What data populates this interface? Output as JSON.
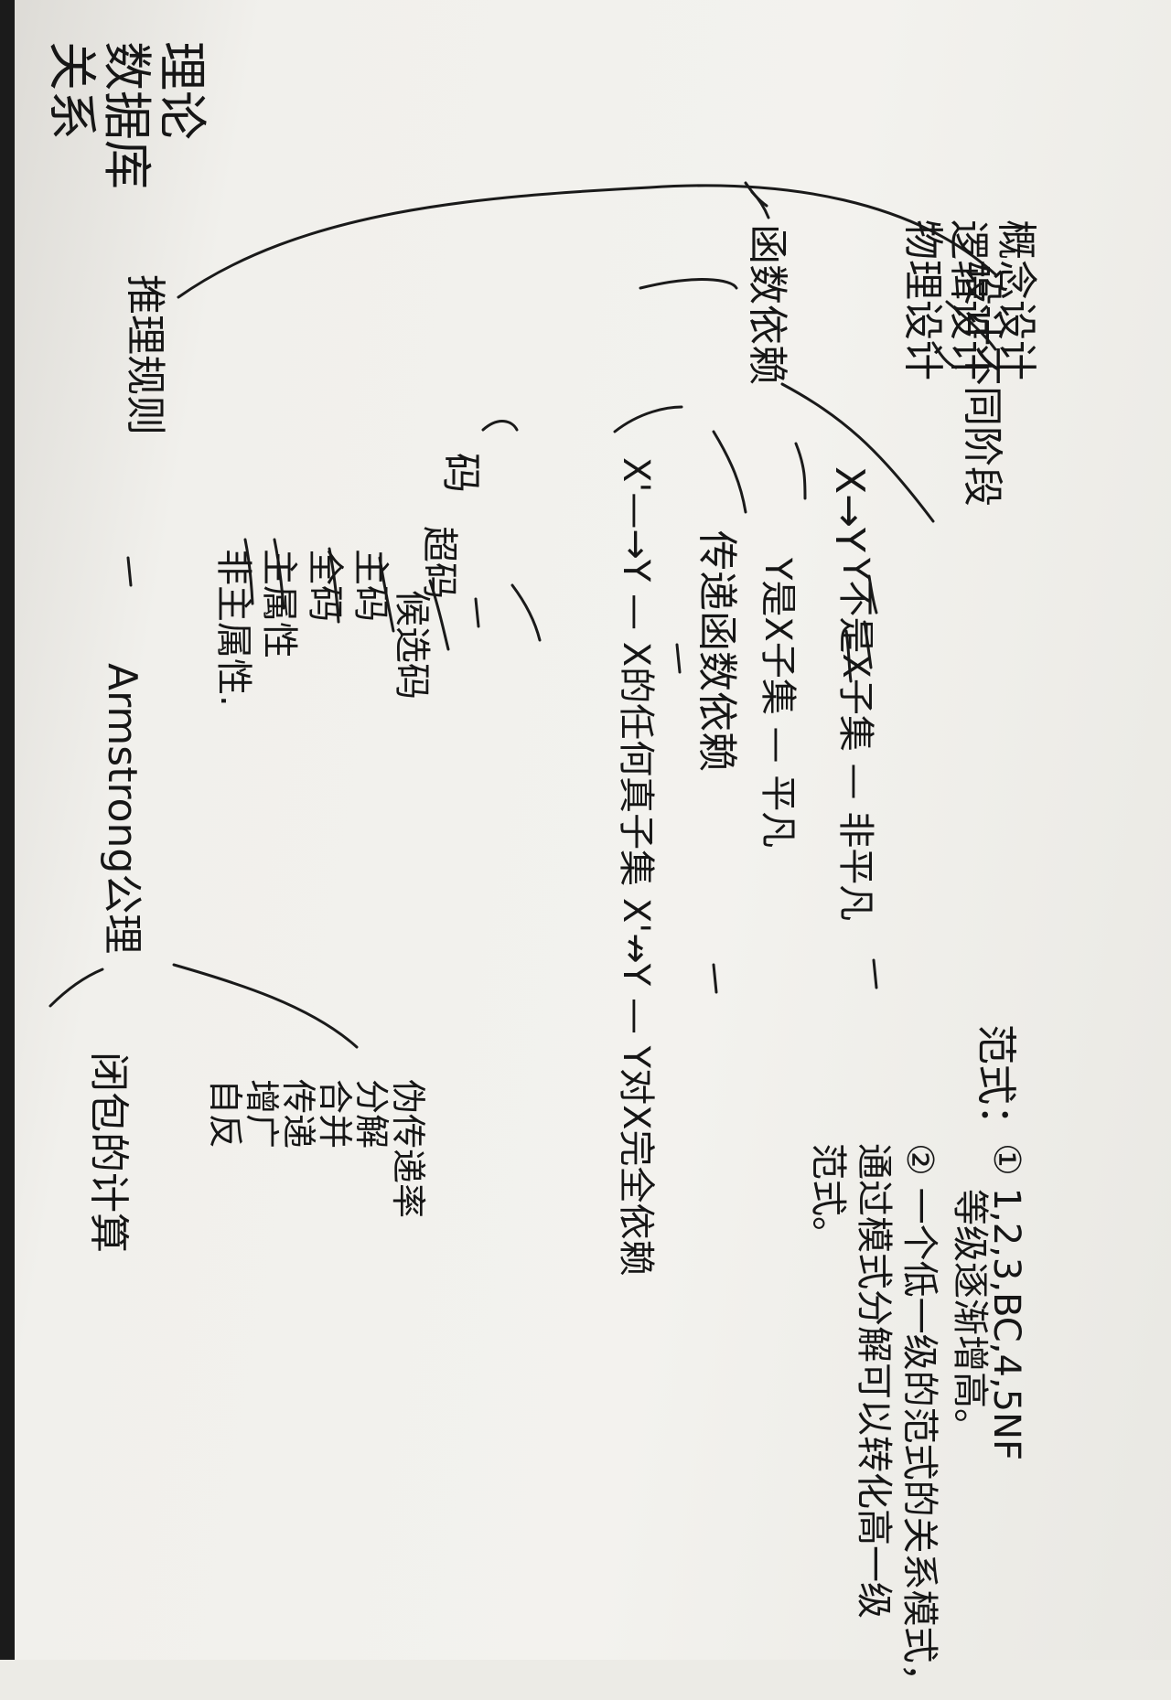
{
  "note": {
    "title_line1": "关系",
    "title_line2": "数据库",
    "title_line3": "理论",
    "stage": "设计不同阶段",
    "stage_items": [
      "概念设计",
      "逻辑设计",
      "物理设计"
    ],
    "fd": "函数依赖",
    "fd_x_y": "X→Y",
    "fd_x_y_items": [
      "Y不是X子集 — 非平凡",
      "Y是X子集 — 平凡"
    ],
    "fd_partial": "X'—→Y — X的任何真子集 X'↛Y — Y对X完全依赖",
    "fd_transitive": "传递函数依赖",
    "codes": "码",
    "code_items": [
      "超码",
      "候选码",
      "主码",
      "全码",
      "主属性",
      "非主属性."
    ],
    "rules": "推理规则",
    "armstrong": "Armstrong公理",
    "axioms": [
      "自反",
      "增广",
      "传递",
      "合并",
      "分解",
      "伪传递率"
    ],
    "closure": "闭包的计算",
    "nf_title": "范式：",
    "nf_1": "① 1,2,3,BC,4,5NF",
    "nf_1b": "等级逐渐增高。",
    "nf_2a": "② 一个低一级的范式的关系模式，",
    "nf_2b": "通过模式分解可以转化高一级",
    "nf_2c": "范式。"
  }
}
